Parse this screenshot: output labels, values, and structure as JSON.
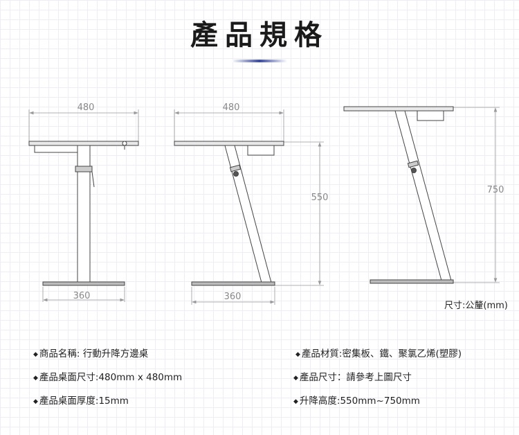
{
  "title": "產品規格",
  "dimensions": {
    "width_front": "480",
    "width_side": "480",
    "base_front": "360",
    "base_side": "360",
    "height_min": "550",
    "height_max": "750",
    "unit": "尺寸:公釐(mm)"
  },
  "specs": {
    "left": [
      "商品名稱: 行動升降方邊桌",
      "產品桌面尺寸:480mm x 480mm",
      "產品桌面厚度:15mm"
    ],
    "right": [
      "產品材質:密集板、鐵、聚氯乙烯(塑膠)",
      "產品尺寸：請參考上圖尺寸",
      "升降高度:550mm~750mm"
    ]
  },
  "bullet": "◆",
  "colors": {
    "accent": "#3b4a9a",
    "line": "#555555",
    "dim": "#888888"
  }
}
